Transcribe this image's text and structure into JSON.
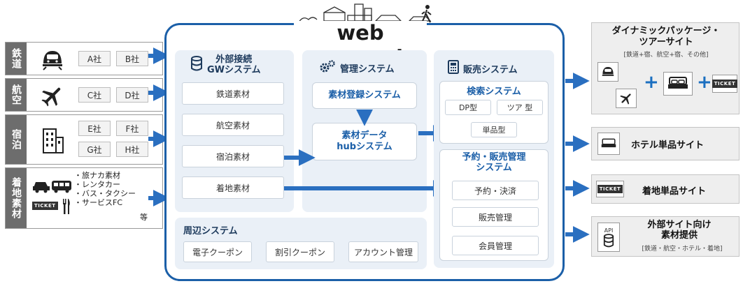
{
  "logo": "web connect",
  "categories": [
    {
      "label": "鉄道",
      "icon": "train-icon",
      "companies": [
        "A社",
        "B社"
      ]
    },
    {
      "label": "航空",
      "icon": "airplane-icon",
      "companies": [
        "C社",
        "D社"
      ]
    },
    {
      "label": "宿泊",
      "icon": "building-icon",
      "companies": [
        "E社",
        "F社",
        "G社",
        "H社"
      ]
    },
    {
      "label": "着地素材",
      "icon": "car-bus-icon",
      "items": [
        "・旅ナカ素材",
        "・レンタカー",
        "・バス・タクシー",
        "・サービスFC",
        "等"
      ],
      "ticket": "TICKET"
    }
  ],
  "gw": {
    "title_line1": "外部接続",
    "title_line2": "GWシステム",
    "items": [
      "鉄道素材",
      "航空素材",
      "宿泊素材",
      "着地素材"
    ]
  },
  "admin": {
    "title": "管理システム",
    "register": "素材登録システム",
    "hub_line1": "素材データ",
    "hub_line2": "hubシステム"
  },
  "sales": {
    "title": "販売システム",
    "search_title": "検索システム",
    "search_items": [
      "DP型",
      "ツア 型",
      "単品型"
    ],
    "booking_title_line1": "予約・販売管理",
    "booking_title_line2": "システム",
    "booking_items": [
      "予約・決済",
      "販売管理",
      "会員管理"
    ]
  },
  "peripheral": {
    "title": "周辺システム",
    "items": [
      "電子クーポン",
      "割引クーポン",
      "アカウント管理"
    ]
  },
  "outputs": [
    {
      "title_line1": "ダイナミックパッケージ・",
      "title_line2": "ツアーサイト",
      "sub": "[鉄道+宿、航空+宿、その他]",
      "ticket": "TICKET"
    },
    {
      "title": "ホテル単品サイト"
    },
    {
      "title": "着地単品サイト",
      "ticket": "TICKET"
    },
    {
      "title_line1": "外部サイト向け",
      "title_line2": "素材提供",
      "sub": "[鉄道・航空・ホテル・着地]",
      "api": "API"
    }
  ],
  "colors": {
    "frame": "#1b5fa8",
    "arrow": "#2a6fc0",
    "panel": "#eaf0f7",
    "label_bg": "#6d6d6d"
  }
}
